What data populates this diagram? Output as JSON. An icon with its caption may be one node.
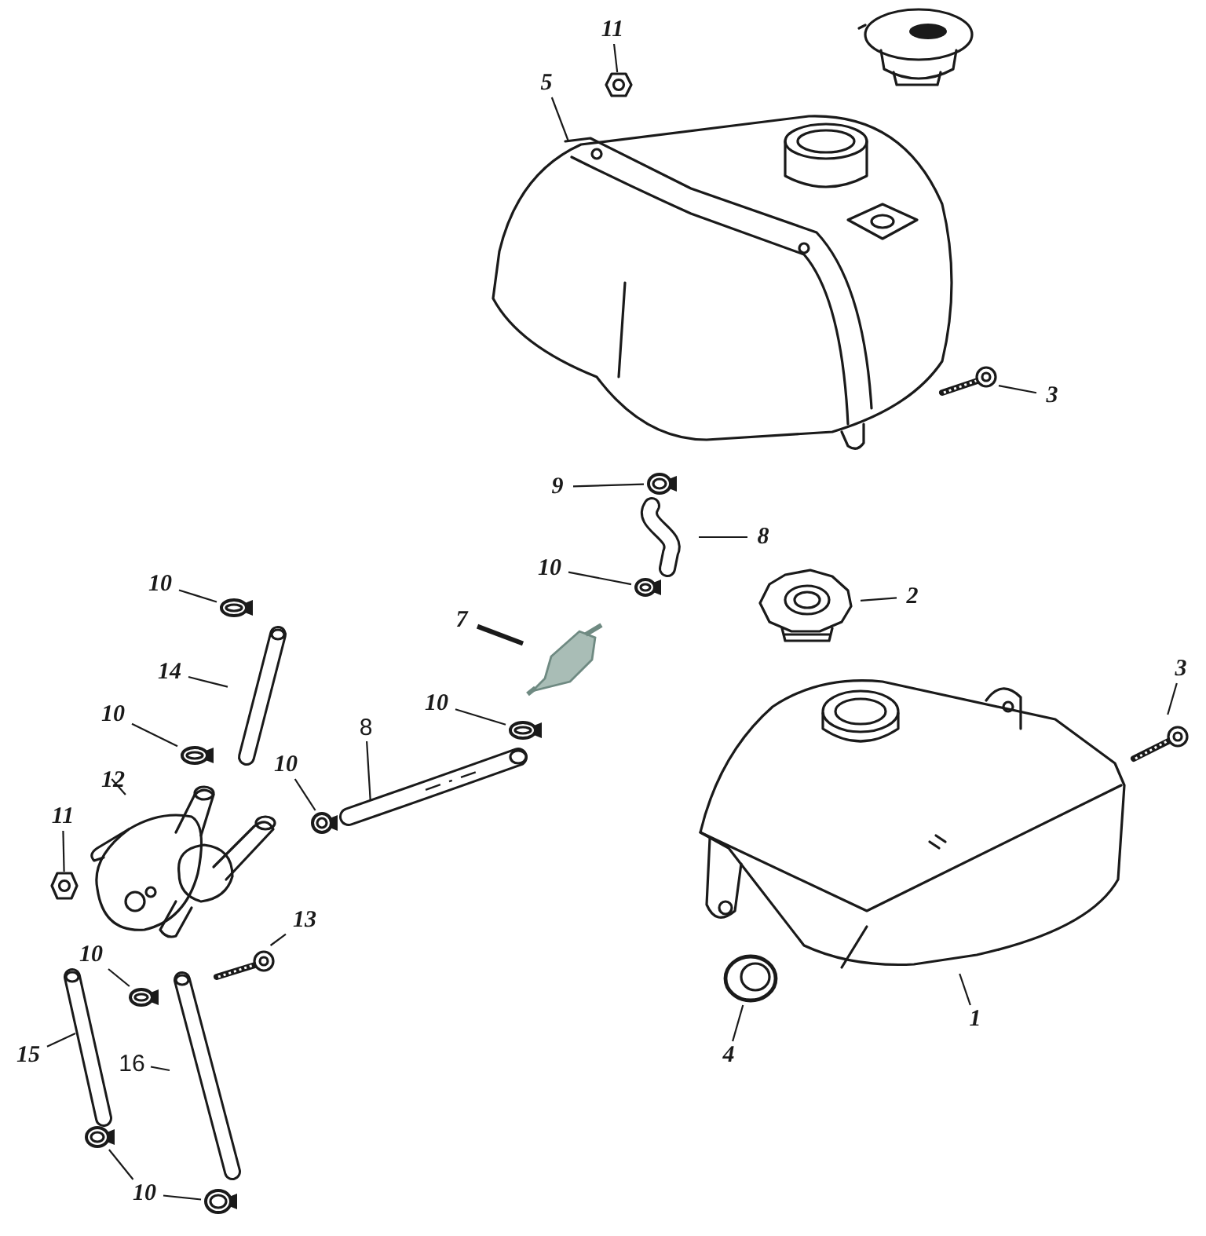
{
  "diagram": {
    "nodes": [
      {
        "text": [
          "11"
        ]
      },
      {
        "text": [
          "5"
        ]
      },
      {
        "text": [
          "3"
        ]
      },
      {
        "text": [
          "9"
        ]
      },
      {
        "text": [
          "8"
        ]
      },
      {
        "text": [
          "10"
        ]
      },
      {
        "text": [
          "2"
        ]
      },
      {
        "text": [
          "7"
        ]
      },
      {
        "text": [
          "10"
        ]
      },
      {
        "text": [
          "14"
        ]
      },
      {
        "text": [
          "10"
        ]
      },
      {
        "text": [
          "3"
        ]
      },
      {
        "text": [
          "10"
        ]
      },
      {
        "text": [
          "8"
        ]
      },
      {
        "text": [
          "10"
        ]
      },
      {
        "text": [
          "12"
        ]
      },
      {
        "text": [
          "11"
        ]
      },
      {
        "text": [
          "13"
        ]
      },
      {
        "text": [
          "10"
        ]
      },
      {
        "text": [
          "15"
        ]
      },
      {
        "text": [
          "16"
        ]
      },
      {
        "text": [
          "1"
        ]
      },
      {
        "text": [
          "4"
        ]
      },
      {
        "text": [
          "10"
        ]
      },
      {
        "text": [],
        "shape": "picture"
      },
      {
        "text": [],
        "shape": "picture"
      },
      {
        "text": [],
        "shape": "picture"
      },
      {
        "text": [],
        "shape": "picture"
      },
      {
        "text": [],
        "shape": "picture"
      },
      {
        "text": [],
        "shape": "picture"
      },
      {
        "text": [],
        "shape": "picture"
      },
      {
        "text": [],
        "shape": "picture"
      },
      {
        "text": [],
        "shape": "picture"
      },
      {
        "text": [],
        "shape": "picture"
      },
      {
        "text": [],
        "shape": "picture"
      },
      {
        "text": [],
        "shape": "picture"
      },
      {
        "text": [],
        "shape": "picture"
      },
      {
        "text": [],
        "shape": "picture"
      },
      {
        "text": [],
        "shape": "picture"
      },
      {
        "text": [],
        "shape": "picture"
      },
      {
        "text": [],
        "shape": "picture"
      },
      {
        "text": [],
        "shape": "picture"
      },
      {
        "text": [],
        "shape": "picture"
      },
      {
        "text": [],
        "shape": "picture"
      },
      {
        "text": [],
        "shape": "picture"
      },
      {
        "text": [],
        "shape": "picture"
      },
      {
        "text": [],
        "shape": "picture"
      },
      {
        "text": [],
        "shape": "picture"
      },
      {
        "text": [],
        "shape": "picture"
      }
    ],
    "edges": [
      {
        "from": 0,
        "to": 24,
        "arrow": "none"
      },
      {
        "from": 1,
        "to": 25,
        "arrow": "none"
      },
      {
        "from": 2,
        "to": 26,
        "arrow": "none"
      },
      {
        "from": 3,
        "to": 27,
        "arrow": "none"
      },
      {
        "from": 4,
        "to": 28,
        "arrow": "none"
      },
      {
        "from": 5,
        "to": 29,
        "arrow": "none"
      },
      {
        "from": 6,
        "to": 30,
        "arrow": "none"
      },
      {
        "from": 7,
        "to": 31,
        "arrow": "none",
        "style": "thick"
      },
      {
        "from": 8,
        "to": 32,
        "arrow": "none"
      },
      {
        "from": 9,
        "to": 33,
        "arrow": "none"
      },
      {
        "from": 10,
        "to": 34,
        "arrow": "none"
      },
      {
        "from": 11,
        "to": 35,
        "arrow": "none"
      },
      {
        "from": 12,
        "to": 36,
        "arrow": "none"
      },
      {
        "from": 13,
        "to": 37,
        "arrow": "none"
      },
      {
        "from": 14,
        "to": 38,
        "arrow": "none"
      },
      {
        "from": 15,
        "to": 39,
        "arrow": "none"
      },
      {
        "from": 16,
        "to": 40,
        "arrow": "none"
      },
      {
        "from": 17,
        "to": 41,
        "arrow": "none"
      },
      {
        "from": 18,
        "to": 42,
        "arrow": "none"
      },
      {
        "from": 19,
        "to": 43,
        "arrow": "none"
      },
      {
        "from": 20,
        "to": 44,
        "arrow": "none"
      },
      {
        "from": 21,
        "to": 45,
        "arrow": "none"
      },
      {
        "from": 22,
        "to": 46,
        "arrow": "none"
      },
      {
        "from": 23,
        "to": 47,
        "arrow": "none"
      },
      {
        "from": 23,
        "to": 48,
        "arrow": "none"
      }
    ]
  }
}
